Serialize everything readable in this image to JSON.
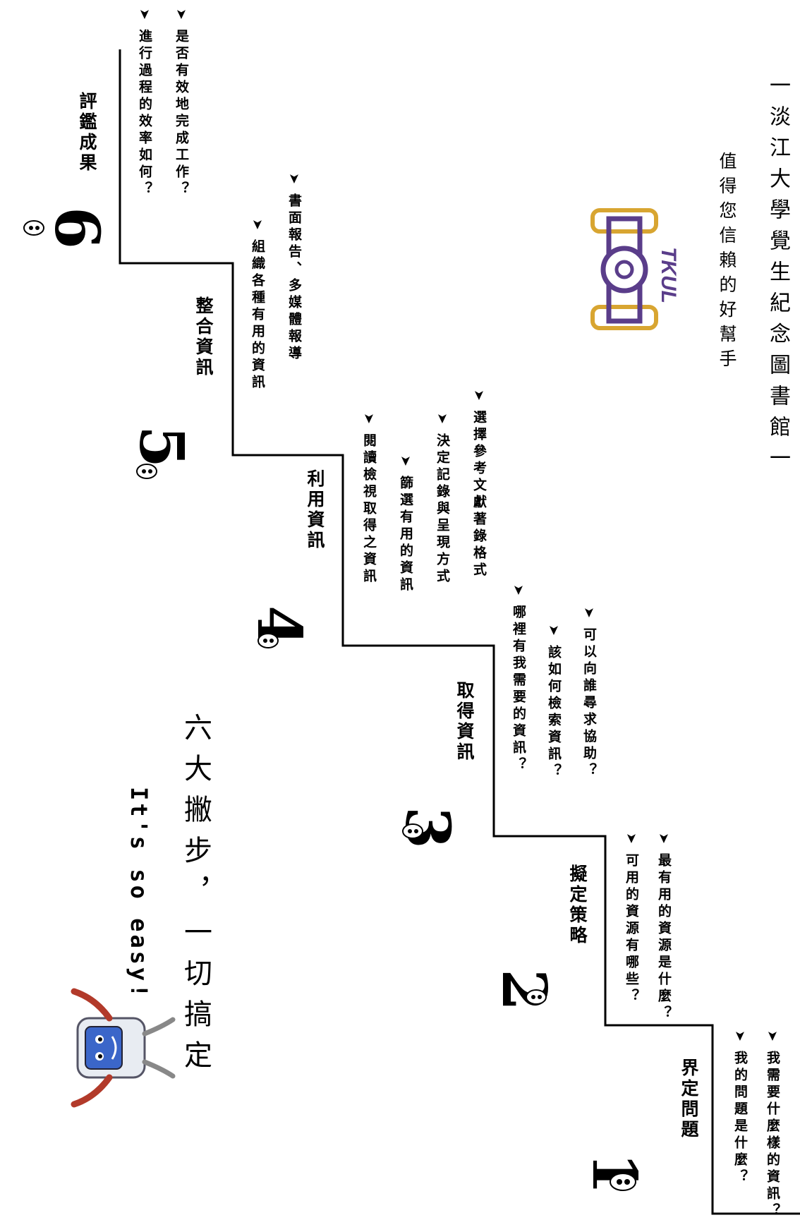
{
  "slogan": {
    "english": "It's so easy!",
    "chinese": "六大撇步，一切搞定"
  },
  "steps": [
    {
      "number": "1",
      "title": "界定問題",
      "bullets": [
        "我的問題是什麼？",
        "我需要什麼樣的資訊？"
      ]
    },
    {
      "number": "2",
      "title": "擬定策略",
      "bullets": [
        "可用的資源有哪些？",
        "最有用的資源是什麼？"
      ]
    },
    {
      "number": "3",
      "title": "取得資訊",
      "bullets": [
        "哪裡有我需要的資訊？",
        "該如何檢索資訊？",
        "可以向誰尋求協助？"
      ]
    },
    {
      "number": "4",
      "title": "利用資訊",
      "bullets": [
        "閱讀檢視取得之資訊",
        "篩選有用的資訊",
        "決定記錄與呈現方式",
        "選擇參考文獻著錄格式"
      ]
    },
    {
      "number": "5",
      "title": "整合資訊",
      "bullets": [
        "組織各種有用的資訊",
        "書面報告、多媒體報導"
      ]
    },
    {
      "number": "6",
      "title": "評鑑成果",
      "bullets": [
        "進行過程的效率如何？",
        "是否有效地完成工作？"
      ]
    }
  ],
  "bullet_marker": "➤",
  "logo": {
    "text": "TKUL"
  },
  "footer": {
    "line1": "值得您信賴的好幫手",
    "line2": "一淡江大學覺生紀念圖書館一"
  },
  "colors": {
    "ink": "#000000",
    "logo_purple": "#5a3d8a",
    "logo_gold": "#d8a531",
    "robot_blue": "#3b66c9",
    "robot_red": "#b23a2a"
  }
}
